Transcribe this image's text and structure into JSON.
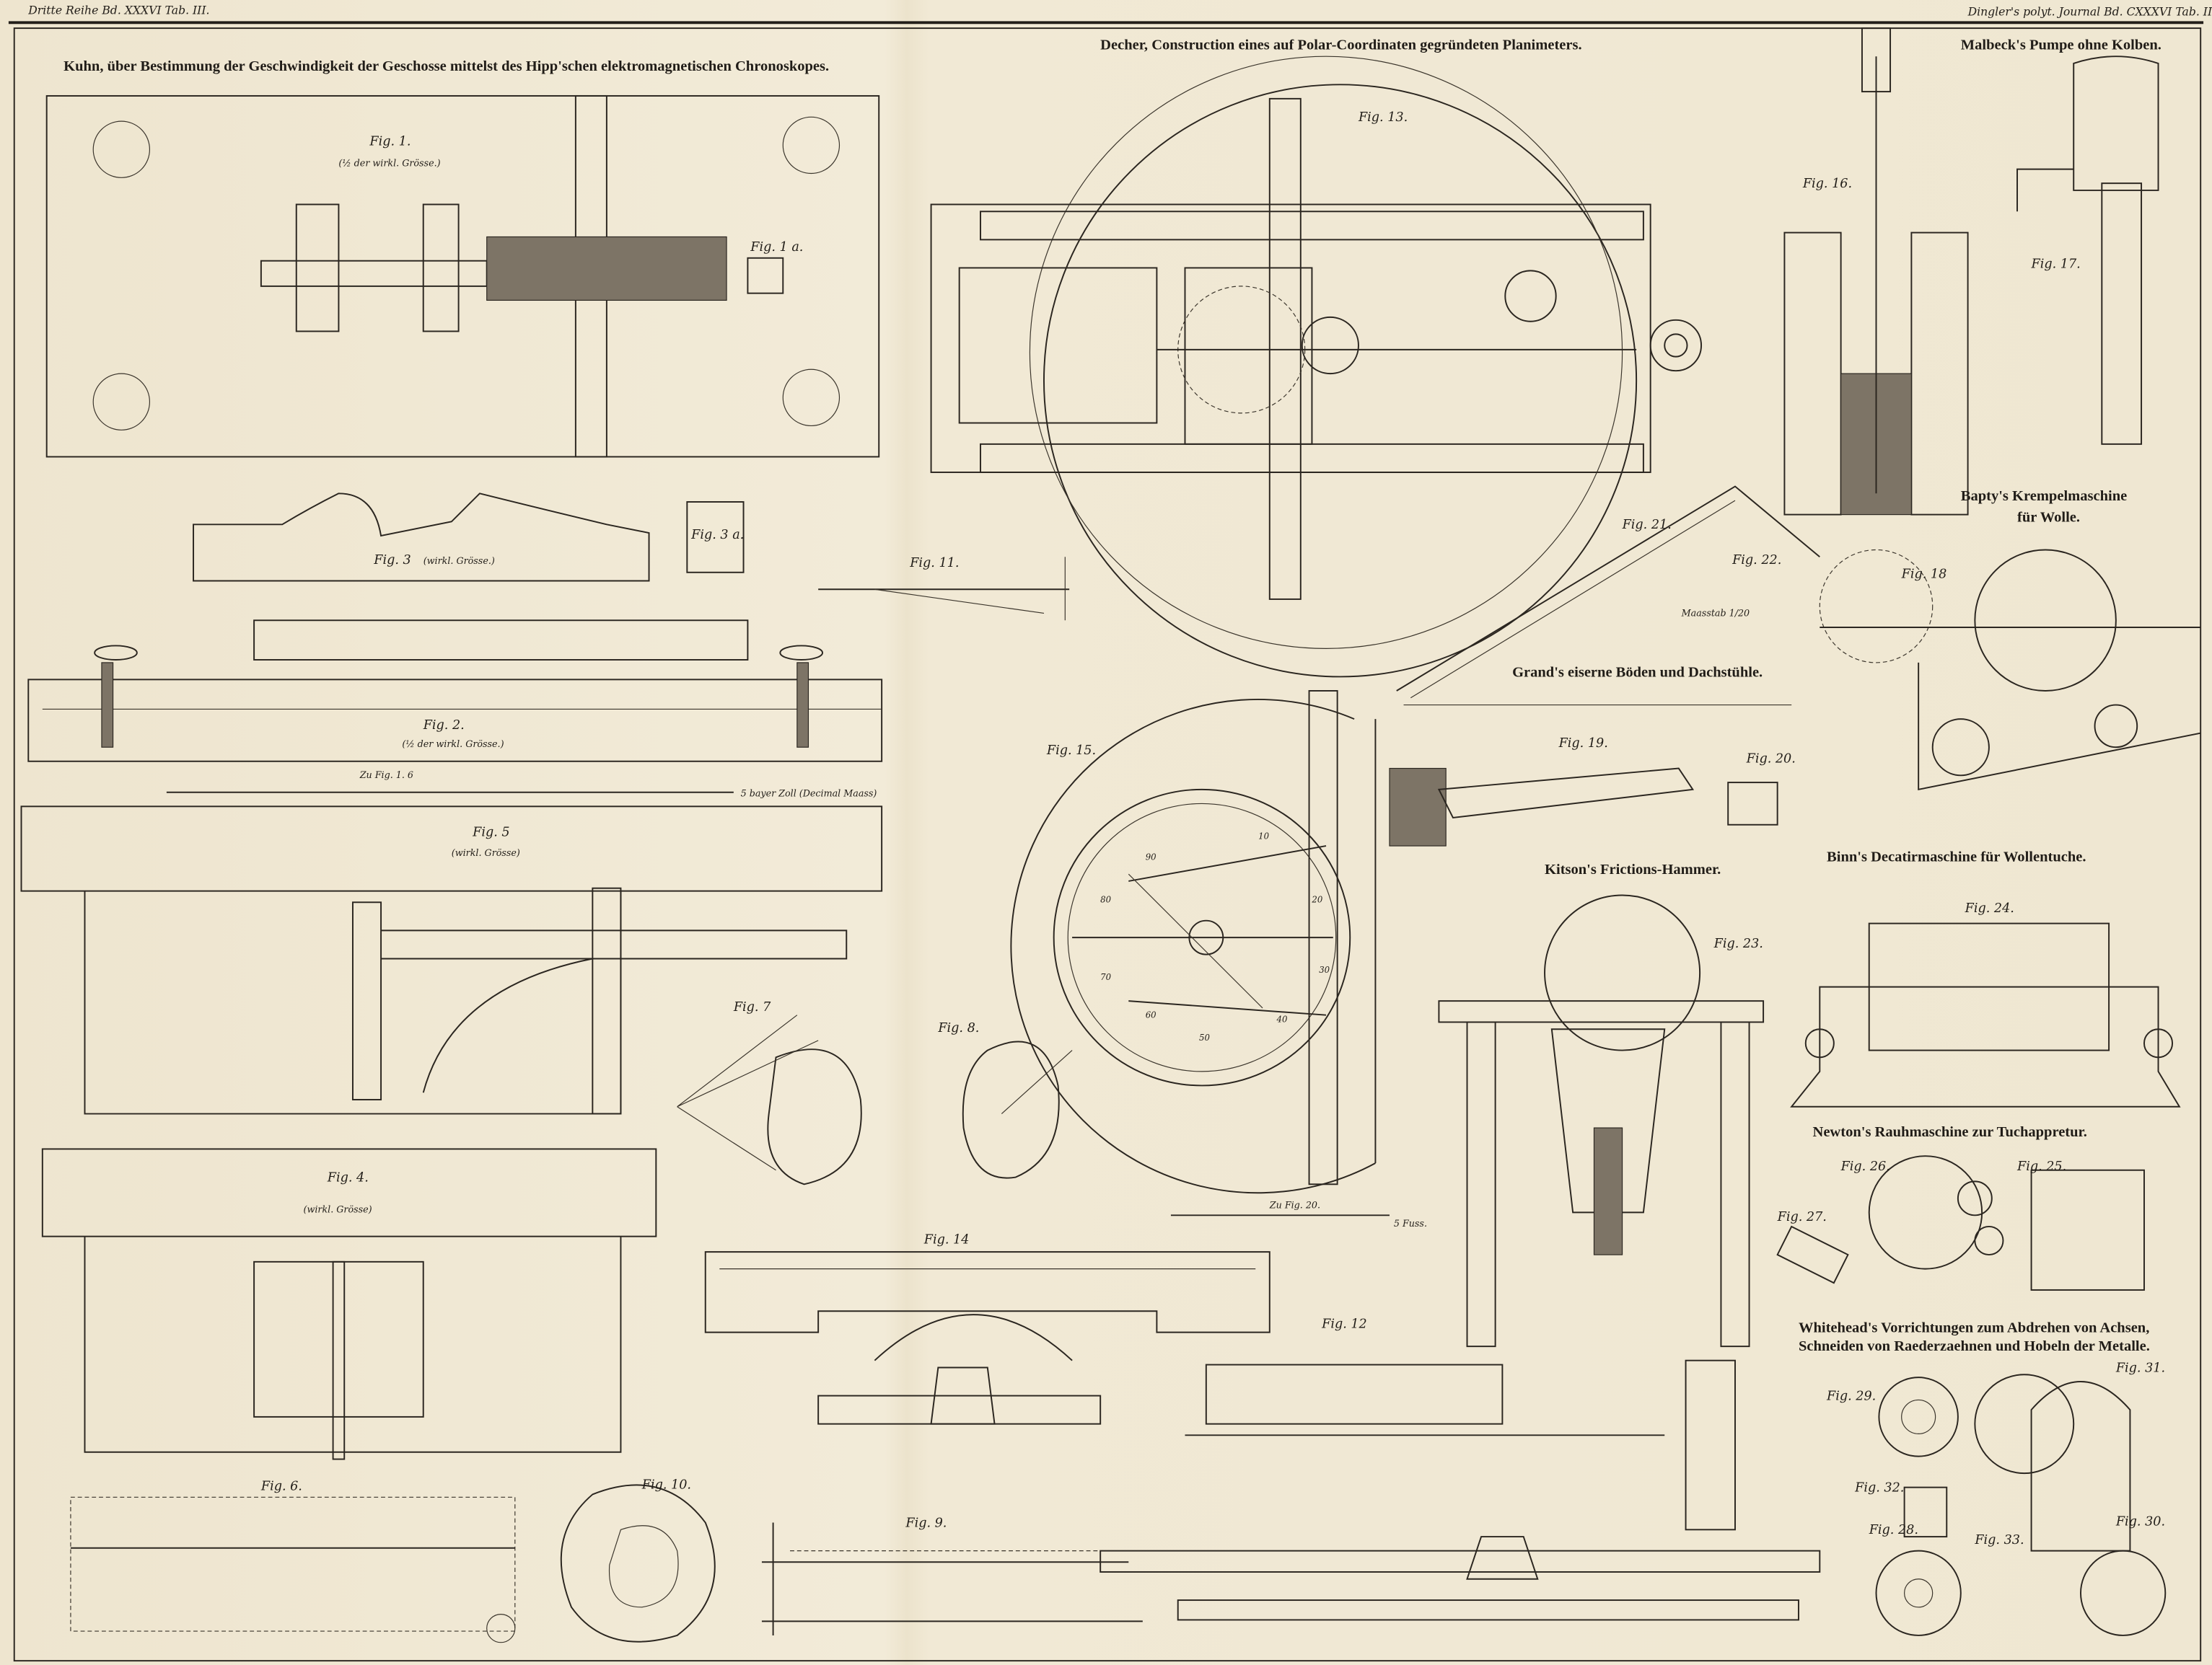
{
  "running_head": {
    "left": "Dritte Reihe Bd. XXXVI Tab. III.",
    "right": "Dingler's polyt. Journal Bd. CXXXVI Tab. III."
  },
  "sections": {
    "kuhn": "Kuhn, über Bestimmung der Geschwindigkeit der Geschosse mittelst des Hipp'schen elektromagnetischen Chronoskopes.",
    "decher": "Decher, Construction eines auf Polar-Coordinaten gegründeten Planimeters.",
    "malbeck": "Malbeck's Pumpe ohne Kolben.",
    "bapty_1": "Bapty's Krempelmaschine",
    "bapty_2": "für Wolle.",
    "grand": "Grand's eiserne Böden und Dachstühle.",
    "kitson": "Kitson's Frictions-Hammer.",
    "binn": "Binn's Decatirmaschine für Wollentuche.",
    "newton": "Newton's Rauhmaschine zur Tuchappretur.",
    "whitehead_1": "Whitehead's Vorrichtungen zum Abdrehen von Achsen,",
    "whitehead_2": "Schneiden von Raederzaehnen und Hobeln der Metalle."
  },
  "figures": {
    "f1": "Fig. 1.",
    "f1a": "Fig. 1 a.",
    "f2": "Fig. 2.",
    "f3": "Fig. 3",
    "f3a": "Fig. 3 a.",
    "f4": "Fig. 4.",
    "f5": "Fig. 5",
    "f6": "Fig. 6.",
    "f7": "Fig. 7",
    "f8": "Fig. 8.",
    "f9": "Fig. 9.",
    "f10": "Fig. 10.",
    "f11": "Fig. 11.",
    "f12": "Fig. 12",
    "f13": "Fig. 13.",
    "f14": "Fig. 14",
    "f15": "Fig. 15.",
    "f16": "Fig. 16.",
    "f17": "Fig. 17.",
    "f18": "Fig. 18",
    "f19": "Fig. 19.",
    "f20": "Fig. 20.",
    "f21": "Fig. 21.",
    "f22": "Fig. 22.",
    "f23": "Fig. 23.",
    "f24": "Fig. 24.",
    "f25": "Fig. 25.",
    "f26": "Fig. 26.",
    "f27": "Fig. 27.",
    "f28": "Fig. 28.",
    "f29": "Fig. 29.",
    "f30": "Fig. 30.",
    "f31": "Fig. 31.",
    "f32": "Fig. 32.",
    "f33": "Fig. 33."
  },
  "captions": {
    "half_size_1": "(½ der wirkl. Grösse.)",
    "real_size_3": "(wirkl. Grösse.)",
    "half_size_2": "(½ der wirkl. Grösse.)",
    "real_size_5": "(wirkl. Grösse)",
    "real_size_4": "(wirkl. Grösse)",
    "scale_fig16": "Zu Fig. 1. 6",
    "scale_unit_16": "5 bayer Zoll (Decimal Maass)",
    "scale_fig20": "Zu Fig. 20.",
    "scale_unit_20": "5 Fuss.",
    "maasstab": "Maasstab 1/20"
  },
  "dial_numbers": [
    "10",
    "20",
    "30",
    "40",
    "50",
    "60",
    "70",
    "80",
    "90"
  ],
  "colors": {
    "paper": "#efe7d2",
    "ink": "#2b2620"
  }
}
